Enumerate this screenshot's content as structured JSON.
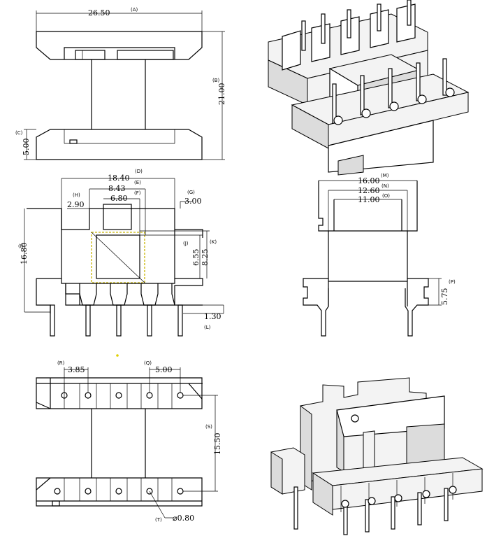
{
  "top_view": {
    "width_value": "26.50",
    "width_tag": "(A)",
    "height_value": "21.00",
    "height_tag": "(B)",
    "flange_value": "5.00",
    "flange_tag": "(C)"
  },
  "front_view": {
    "d": {
      "value": "18.40",
      "tag": "(D)"
    },
    "e": {
      "value": "8.43",
      "tag": "(E)"
    },
    "f": {
      "value": "6.80",
      "tag": "(F)"
    },
    "g": {
      "value": "3.00",
      "tag": "(G)"
    },
    "h": {
      "value": "2.90",
      "tag": "(H)"
    },
    "i": {
      "value": "16.80",
      "tag": "(I)"
    },
    "j": {
      "value": "6.55",
      "tag": "(J)"
    },
    "k": {
      "value": "8.25",
      "tag": "(K)"
    },
    "l": {
      "value": "1.30",
      "tag": "(L)"
    }
  },
  "side_view": {
    "m": {
      "value": "16.00",
      "tag": "(M)"
    },
    "n": {
      "value": "12.60",
      "tag": "(N)"
    },
    "o": {
      "value": "11.00",
      "tag": "(O)"
    },
    "p": {
      "value": "5.75",
      "tag": "(P)"
    }
  },
  "bottom_view": {
    "r": {
      "value": "3.85",
      "tag": "(R)"
    },
    "q": {
      "value": "5.00",
      "tag": "(Q)"
    },
    "s": {
      "value": "15.50",
      "tag": "(S)"
    },
    "t": {
      "value": "⌀0.80",
      "tag": "(T)"
    }
  },
  "colors": {
    "line": "#000000",
    "winding_window": "#c8b400",
    "marker": "#e0d000"
  }
}
